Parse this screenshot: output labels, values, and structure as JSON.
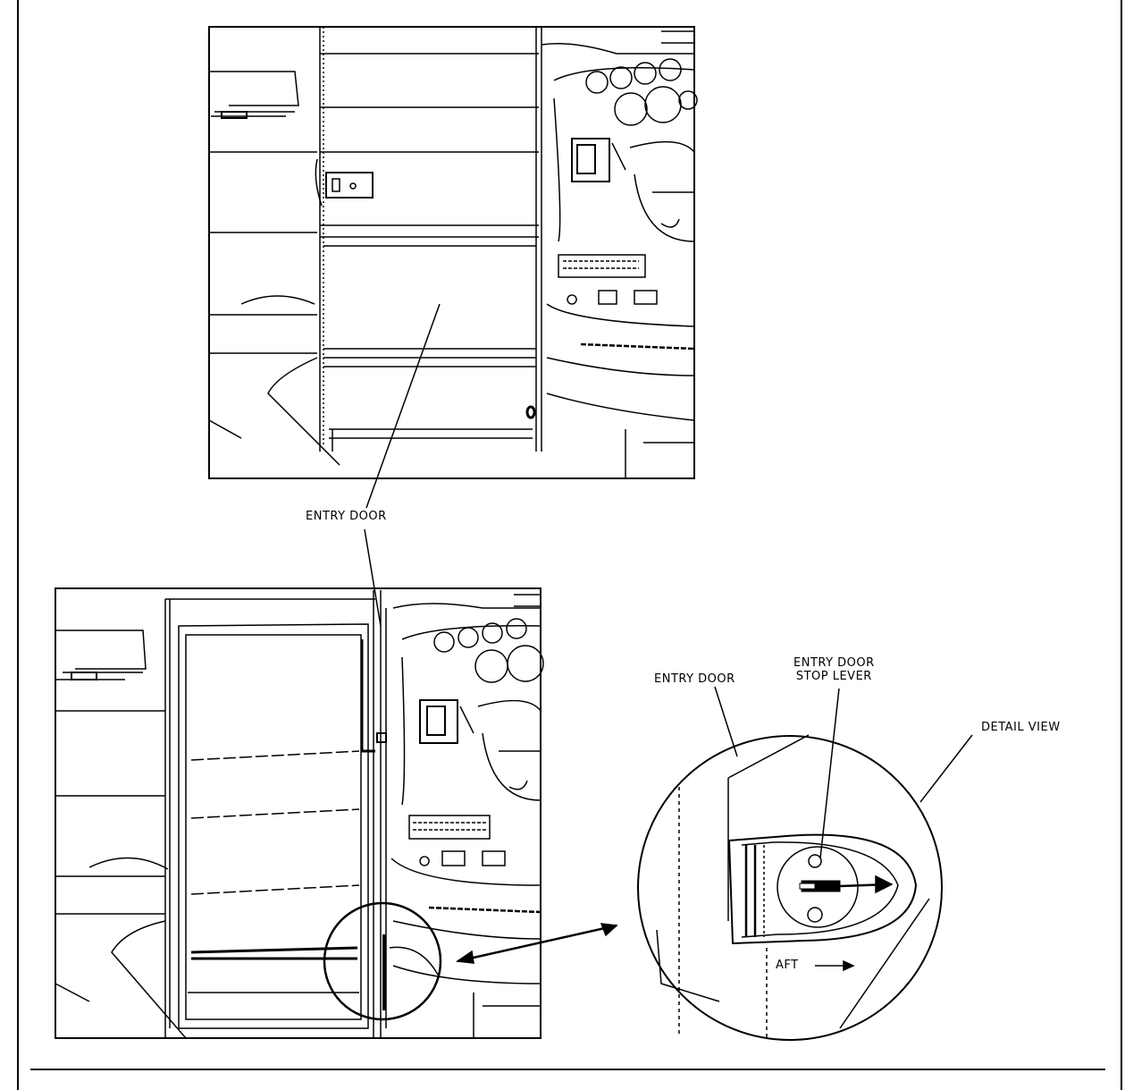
{
  "labels": {
    "entry_door_top": "ENTRY DOOR",
    "entry_door_detail": "ENTRY DOOR",
    "entry_door_stop_lever_line1": "ENTRY DOOR",
    "entry_door_stop_lever_line2": "STOP LEVER",
    "detail_view": "DETAIL VIEW",
    "aft": "AFT"
  },
  "colors": {
    "ink": "#000000",
    "paper": "#ffffff"
  }
}
